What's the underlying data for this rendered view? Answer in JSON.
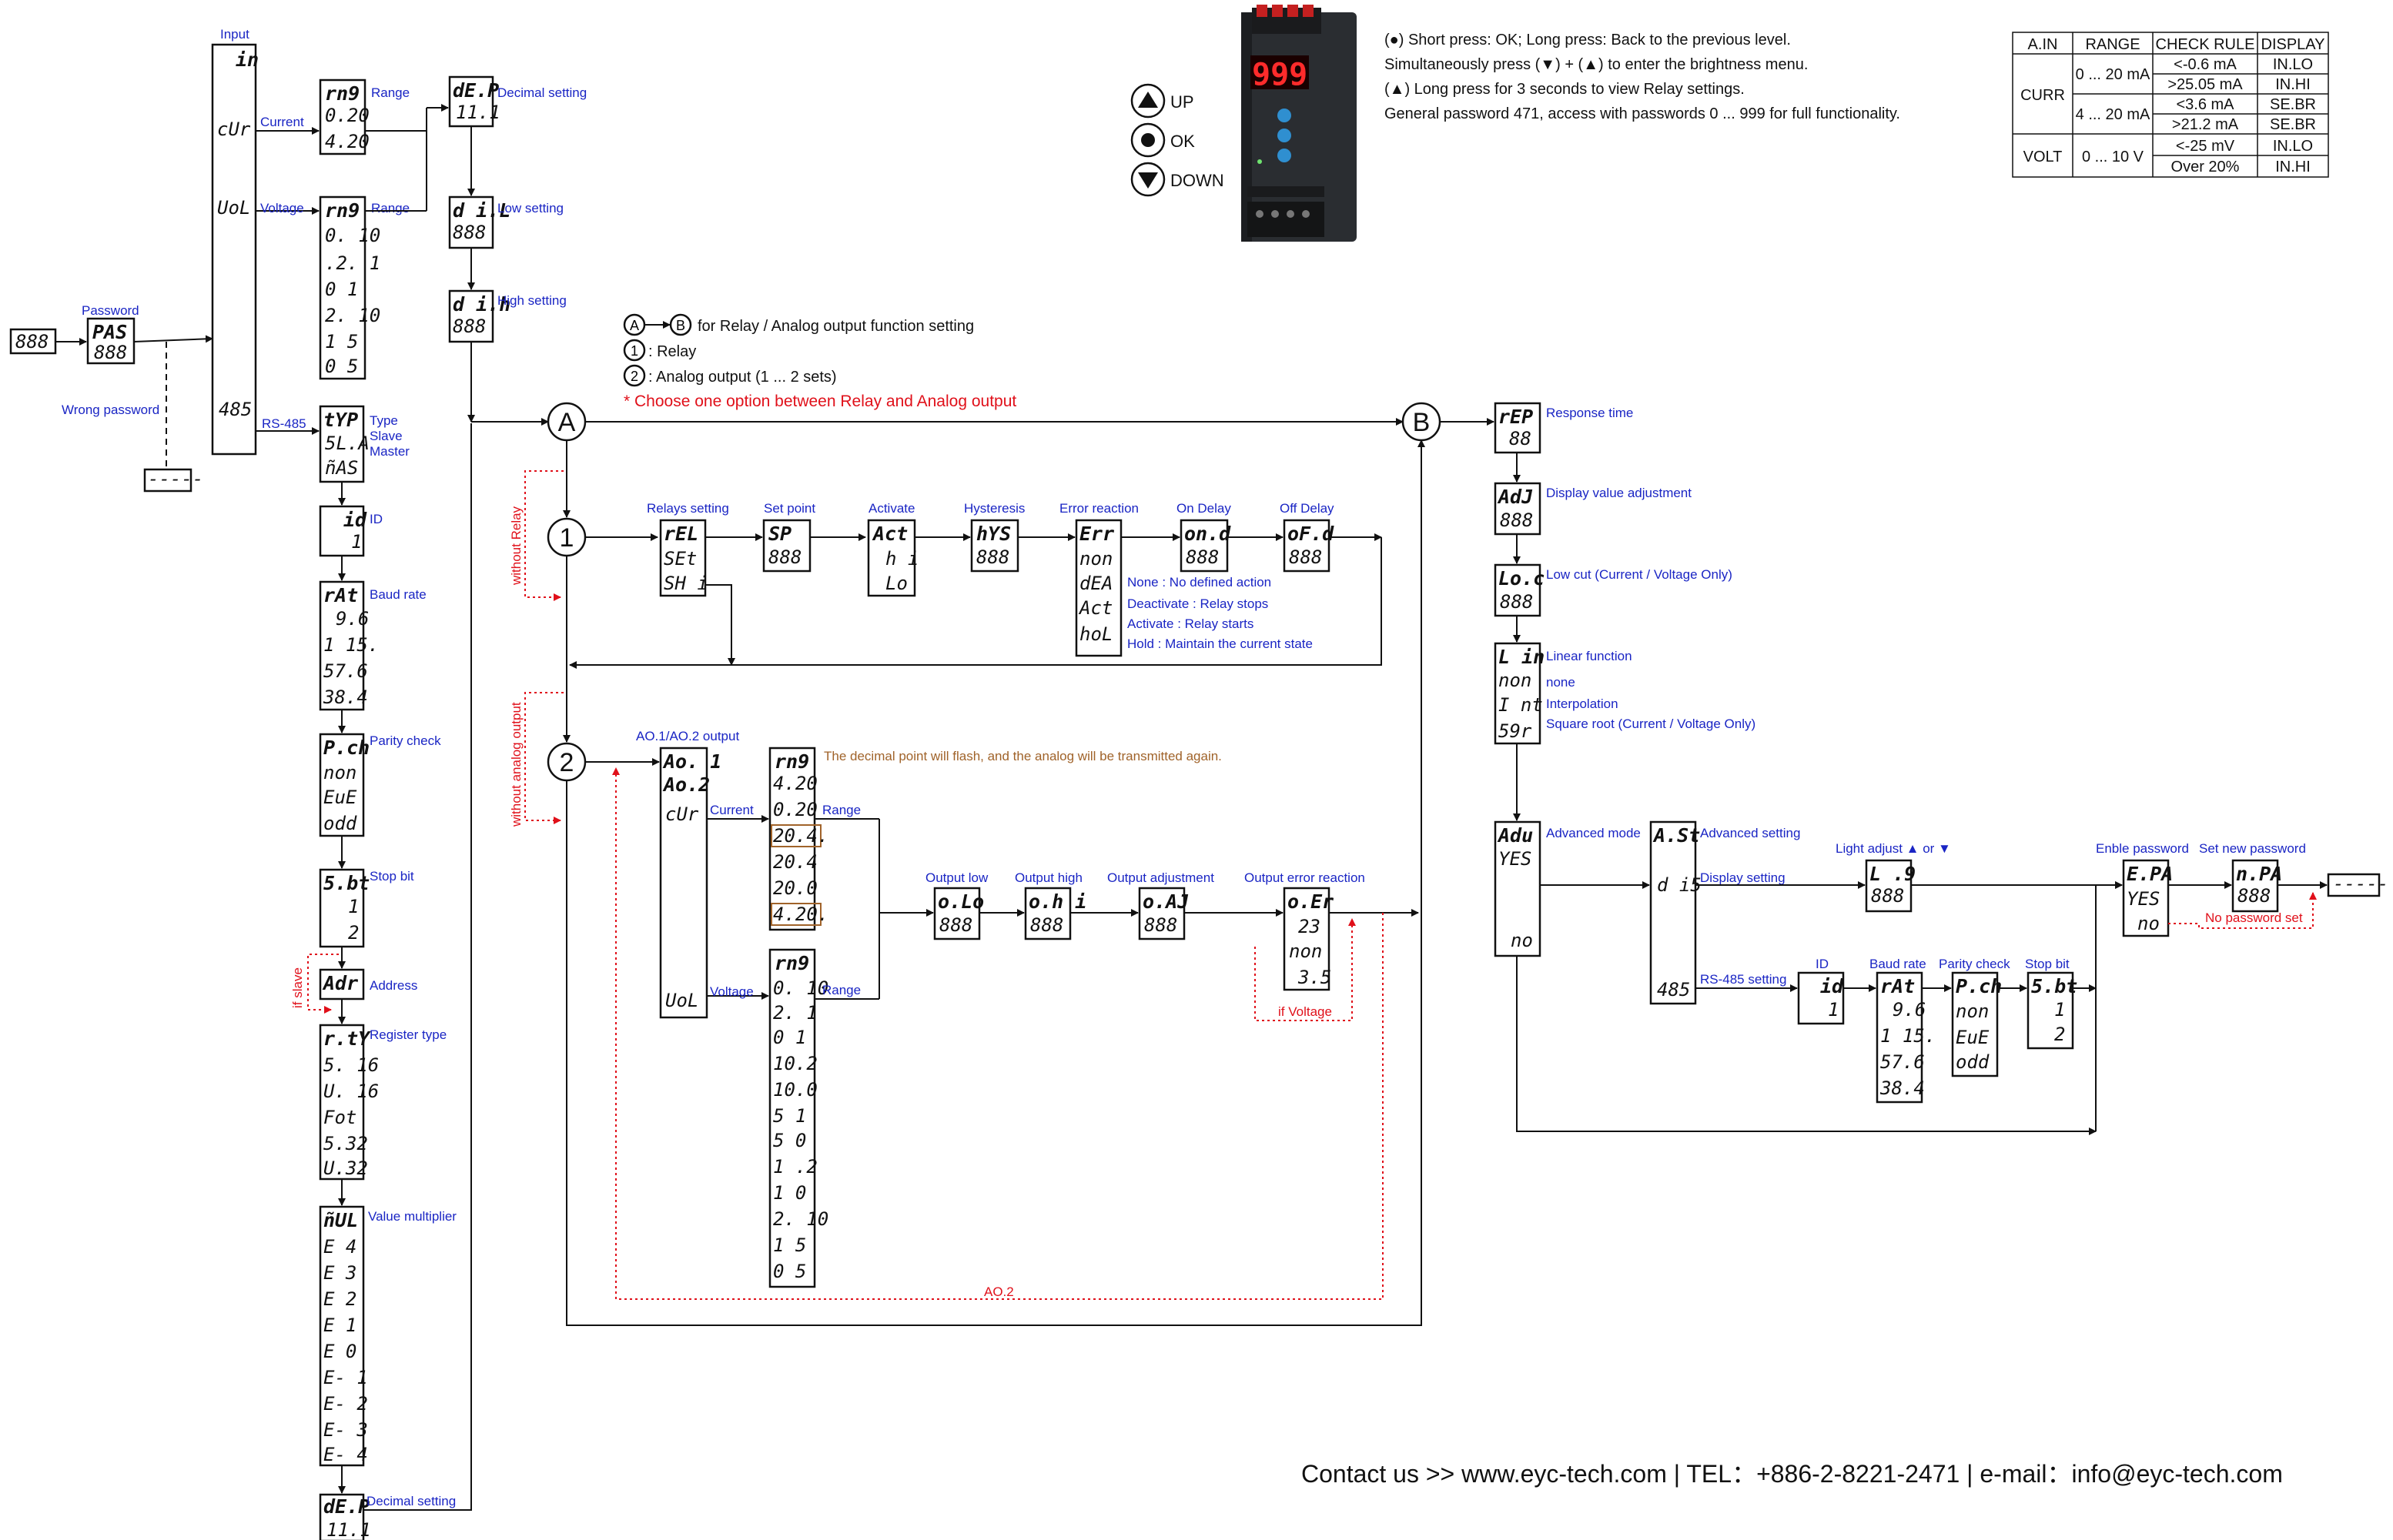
{
  "legend": {
    "up": "UP",
    "ok": "OK",
    "down": "DOWN",
    "line1": "(●) Short press: OK; Long press: Back to the previous level.",
    "line2": "Simultaneously press (▼) + (▲) to enter the brightness menu.",
    "line3": "(▲) Long press for 3 seconds to view Relay settings.",
    "line4": "General password 471, access with passwords 0 ... 999 for full functionality."
  },
  "check_table": {
    "headers": [
      "A.IN",
      "RANGE",
      "CHECK RULE",
      "DISPLAY"
    ],
    "curr": "CURR",
    "volt": "VOLT",
    "r020": "0 ... 20 mA",
    "r420": "4 ... 20 mA",
    "r010": "0 ... 10 V",
    "rows": [
      {
        "rule": "<-0.6 mA",
        "display": "IN.LO"
      },
      {
        "rule": ">25.05 mA",
        "display": "IN.HI"
      },
      {
        "rule": "<3.6 mA",
        "display": "SE.BR"
      },
      {
        "rule": ">21.2 mA",
        "display": "SE.BR"
      },
      {
        "rule": "<-25 mV",
        "display": "IN.LO"
      },
      {
        "rule": "Over 20%",
        "display": "IN.HI"
      }
    ]
  },
  "info": {
    "ab": "for Relay / Analog output function setting",
    "relay": ": Relay",
    "analog": ": Analog output (1 ... 2 sets)",
    "choose": "* Choose one option between Relay and Analog output"
  },
  "labels": {
    "password": "Password",
    "wrong_password": "Wrong password",
    "input": "Input",
    "current": "Current",
    "voltage": "Voltage",
    "rs485": "RS-485",
    "range": "Range",
    "decimal_setting": "Decimal setting",
    "low_setting": "Low setting",
    "high_setting": "High setting",
    "type": "Type",
    "slave": "Slave",
    "master": "Master",
    "id": "ID",
    "baud_rate": "Baud rate",
    "parity_check": "Parity check",
    "stop_bit": "Stop bit",
    "if_slave": "if slave",
    "address": "Address",
    "register_type": "Register type",
    "value_multiplier": "Value multiplier",
    "without_relay": "without Relay",
    "without_analog": "without analog output",
    "relays_setting": "Relays setting",
    "set_point": "Set point",
    "activate": "Activate",
    "hysteresis": "Hysteresis",
    "error_reaction": "Error reaction",
    "on_delay": "On Delay",
    "off_delay": "Off Delay",
    "err_none": "None : No defined action",
    "err_deact": "Deactivate : Relay stops",
    "err_act": "Activate : Relay starts",
    "err_hold": "Hold : Maintain the current state",
    "ao_output": "AO.1/AO.2 output",
    "decimal_flash": "The decimal point will flash, and the analog will be transmitted again.",
    "output_low": "Output low",
    "output_high": "Output high",
    "output_adjustment": "Output adjustment",
    "output_error_reaction": "Output error reaction",
    "if_voltage": "if Voltage",
    "ao2": "AO.2",
    "response_time": "Response time",
    "display_adjust": "Display value adjustment",
    "low_cut": "Low cut (Current / Voltage Only)",
    "linear_function": "Linear function",
    "lin_none": "none",
    "lin_interp": "Interpolation",
    "lin_sqr": "Square root (Current / Voltage Only)",
    "advanced_mode": "Advanced mode",
    "advanced_setting": "Advanced setting",
    "display_setting": "Display setting",
    "light_adjust": "Light adjust ▲ or ▼",
    "rs485_setting": "RS-485 setting",
    "enable_password": "Enble password",
    "set_new_password": "Set new password",
    "no_password_set": "No password set"
  },
  "displays": {
    "d888": "888",
    "pas": [
      "PAS",
      "888"
    ],
    "input": [
      "in",
      "cUr",
      "UoL",
      "485"
    ],
    "rng_cur": [
      "rn9",
      "0.20",
      "4.20"
    ],
    "rng_vol": [
      "rn9",
      "0. 10",
      ".2. 1",
      "0  1",
      "2. 10",
      "1 5",
      "0 5"
    ],
    "dep": [
      "dE.P",
      "11.1"
    ],
    "dil": [
      "d i.L",
      "888"
    ],
    "dih": [
      "d i.h",
      "888"
    ],
    "typ": [
      "tYP",
      "5L.A",
      "ñAS"
    ],
    "id": [
      "id",
      "1"
    ],
    "rat": [
      "rAt",
      "9.6",
      "1 15.",
      "57.6",
      "38.4"
    ],
    "pch": [
      "P.ch",
      "non",
      "EuE",
      "odd"
    ],
    "sbt": [
      "5.bt",
      "1",
      "2"
    ],
    "adr": [
      "Adr"
    ],
    "rty": [
      "r.tY",
      "5. 16",
      "U. 16",
      "Fot",
      "5.32",
      "U.32"
    ],
    "mul": [
      "ñUL",
      "E 4",
      "E 3",
      "E 2",
      "E 1",
      "E 0",
      "E- 1",
      "E- 2",
      "E- 3",
      "E- 4"
    ],
    "dep2": [
      "dE.P",
      "11.1"
    ],
    "rel": [
      "rEL",
      "SEt",
      "SH i"
    ],
    "sp": [
      "SP",
      "888"
    ],
    "act": [
      "Act",
      "h i",
      "Lo"
    ],
    "hys": [
      "hYS",
      "888"
    ],
    "err": [
      "Err",
      "non",
      "dEA",
      "Act",
      "hoL"
    ],
    "ond": [
      "on.d",
      "888"
    ],
    "ofd": [
      "oF.d",
      "888"
    ],
    "ao": [
      "Ao. 1",
      "Ao.2",
      "cUr",
      "UoL"
    ],
    "arng_cur": [
      "rn9",
      "4.20",
      "0.20",
      "20.4.",
      "20.4",
      "20.0",
      "4.20."
    ],
    "arng_vol": [
      "rn9",
      "0. 10",
      "2. 1",
      "0  1",
      "10.2",
      "10.0",
      "5  1",
      "5  0",
      "1 .2",
      "1  0",
      "2. 10",
      "1 5",
      "0 5"
    ],
    "olo": [
      "o.Lo",
      "888"
    ],
    "ohi": [
      "o.h i",
      "888"
    ],
    "oaj": [
      "o.AJ",
      "888"
    ],
    "oer": [
      "o.Er",
      "23",
      "non",
      "3.5"
    ],
    "rep": [
      "rEP",
      "88"
    ],
    "adj": [
      "AdJ",
      "888"
    ],
    "loc": [
      "Lo.c",
      "888"
    ],
    "lin": [
      "L in",
      "non",
      "I nt",
      "59r"
    ],
    "adu": [
      "Adu",
      "YES",
      "no"
    ],
    "ast": [
      "A.St",
      "d i5",
      "485"
    ],
    "lig": [
      "L .9",
      "888"
    ],
    "id2": [
      "id",
      "1"
    ],
    "rat2": [
      "rAt",
      "9.6",
      "1 15.",
      "57.6",
      "38.4"
    ],
    "pch2": [
      "P.ch",
      "non",
      "EuE",
      "odd"
    ],
    "sbt2": [
      "5.bt",
      "1",
      "2"
    ],
    "epa": [
      "E.PA",
      "YES",
      "no"
    ],
    "npa": [
      "n.PA",
      "888"
    ],
    "device": "999",
    "dashes": "-----"
  },
  "nodes": {
    "A": "A",
    "B": "B",
    "n1": "1",
    "n2": "2"
  },
  "contact": "Contact us >> www.eyc-tech.com | TEL：+886-2-8221-2471 | e-mail：info@eyc-tech.com"
}
